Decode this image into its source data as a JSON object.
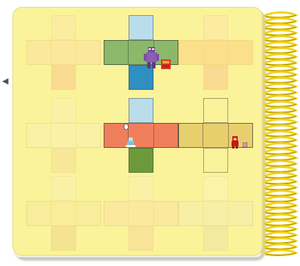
{
  "board": {
    "page_color": "#fbf39a",
    "spiral_color": "#f0d21e",
    "pieces": [
      {
        "id": "row1-left",
        "state": "faint",
        "top": "#fbe7a8",
        "middle": "#fbe0a0",
        "bottom": "#f7c98a"
      },
      {
        "id": "row1-center",
        "state": "active",
        "top": "#b9ddeb",
        "middle": "#8bb86a",
        "bottom": "#2f8fc0"
      },
      {
        "id": "row1-right",
        "state": "faint",
        "top": "#fbe7a8",
        "middle": "#fbd07f",
        "bottom": "#f7c98a"
      },
      {
        "id": "row2-left",
        "state": "faint",
        "top": "#fbf0b0",
        "middle": "#faf0b2",
        "bottom": "#f7df98"
      },
      {
        "id": "row2-center",
        "state": "active",
        "top": "#b9ddeb",
        "middle": "#ef7f5c",
        "bottom": "#6c9a3b"
      },
      {
        "id": "row2-right",
        "state": "outlined",
        "top": "#fbf39a",
        "middle": "#e8cf6e",
        "bottom": "#fbf39a"
      },
      {
        "id": "row3-left",
        "state": "faint",
        "top": "#fbf0b0",
        "middle": "#f8e79d",
        "bottom": "#f0d68e"
      },
      {
        "id": "row3-center",
        "state": "faint",
        "top": "#fbeeb0",
        "middle": "#fbe1a5",
        "bottom": "#f7d698"
      },
      {
        "id": "row3-right",
        "state": "faint",
        "top": "#fbf4b8",
        "middle": "#f7ecb0",
        "bottom": "#eee3a8"
      }
    ]
  }
}
